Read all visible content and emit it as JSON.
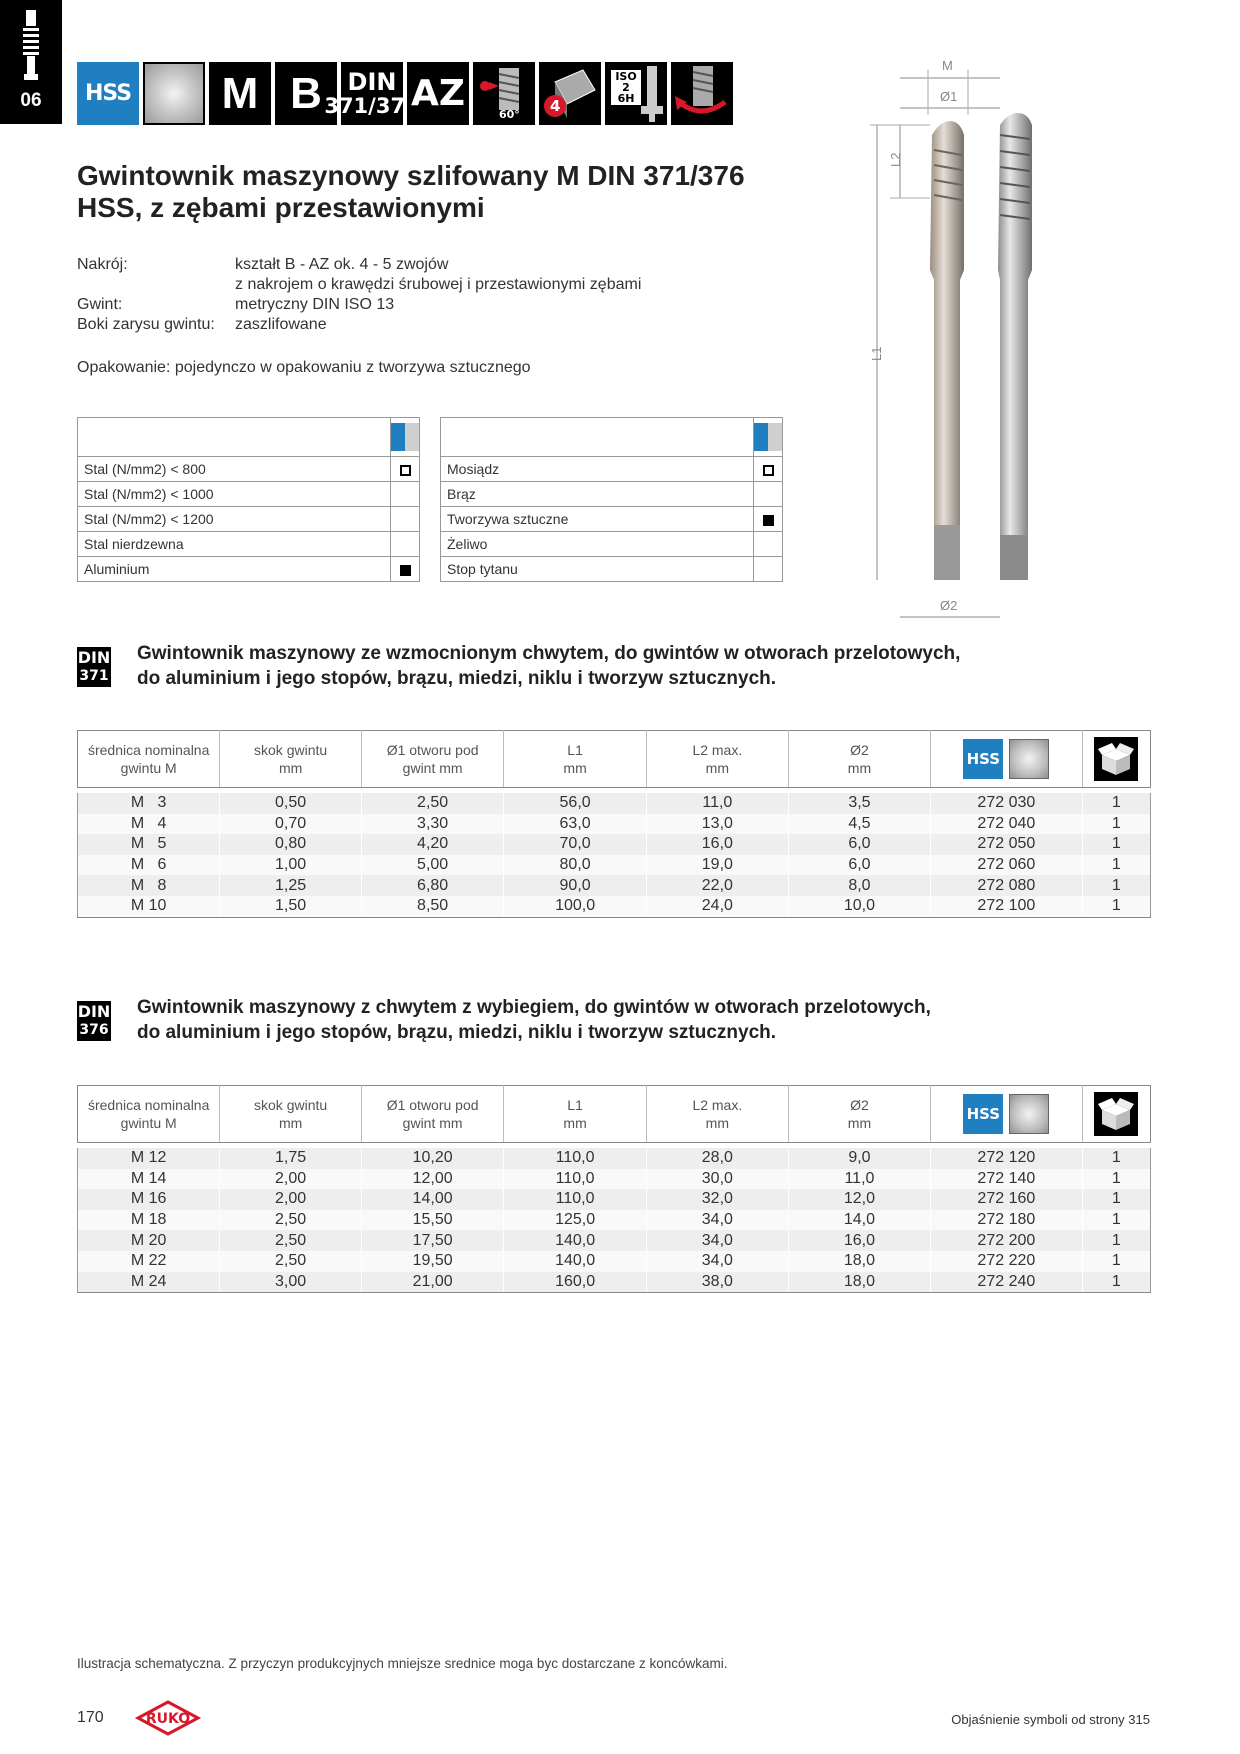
{
  "section": {
    "number": "06"
  },
  "header_icons": {
    "hss": "HSS",
    "m": "M",
    "b": "B",
    "din_top": "DIN",
    "din_bottom": "371/376",
    "az": "AZ",
    "angle": "60°",
    "count": "4",
    "iso_line1": "ISO 2",
    "iso_line2": "6H"
  },
  "title": {
    "line1": "Gwintownik maszynowy szlifowany M DIN 371/376",
    "line2": "HSS, z zębami przestawionymi"
  },
  "specs": [
    {
      "label": "Nakrój:",
      "value": "kształt B - AZ ok. 4 - 5 zwojów"
    },
    {
      "label": "",
      "value": "z nakrojem o krawędzi śrubowej i przestawionymi zębami"
    },
    {
      "label": "Gwint:",
      "value": "metryczny DIN ISO 13"
    },
    {
      "label": "Boki zarysu gwintu:",
      "value": "zaszlifowane"
    }
  ],
  "packaging": "Opakowanie: pojedynczo w opakowaniu z tworzywa sztucznego",
  "materials_left": [
    {
      "name": "Stal (N/mm2) < 800",
      "mark": "open"
    },
    {
      "name": "Stal (N/mm2) < 1000",
      "mark": "none"
    },
    {
      "name": "Stal (N/mm2) < 1200",
      "mark": "none"
    },
    {
      "name": "Stal nierdzewna",
      "mark": "none"
    },
    {
      "name": "Aluminium",
      "mark": "full"
    }
  ],
  "materials_right": [
    {
      "name": "Mosiądz",
      "mark": "open"
    },
    {
      "name": "Brąz",
      "mark": "none"
    },
    {
      "name": "Tworzywa sztuczne",
      "mark": "full"
    },
    {
      "name": "Żeliwo",
      "mark": "none"
    },
    {
      "name": "Stop tytanu",
      "mark": "none"
    }
  ],
  "drawing_labels": {
    "m": "M",
    "d1": "Ø1",
    "l2": "L2",
    "l1": "L1",
    "d2": "Ø2"
  },
  "table_headers": {
    "c1a": "średnica nominalna",
    "c1b": "gwintu M",
    "c2a": "skok gwintu",
    "c2b": "mm",
    "c3a": "Ø1 otworu pod",
    "c3b": "gwint mm",
    "c4a": "L1",
    "c4b": "mm",
    "c5a": "L2 max.",
    "c5b": "mm",
    "c6a": "Ø2",
    "c6b": "mm",
    "hss": "HSS"
  },
  "section1": {
    "badge_top": "DIN",
    "badge_bottom": "371",
    "title_line1": "Gwintownik maszynowy ze wzmocnionym chwytem, do gwintów w otworach przelotowych,",
    "title_line2": "do aluminium i jego stopów, brązu, miedzi, niklu i tworzyw sztucznych.",
    "rows": [
      [
        "M   3",
        "0,50",
        "2,50",
        "56,0",
        "11,0",
        "3,5",
        "272 030",
        "1"
      ],
      [
        "M   4",
        "0,70",
        "3,30",
        "63,0",
        "13,0",
        "4,5",
        "272 040",
        "1"
      ],
      [
        "M   5",
        "0,80",
        "4,20",
        "70,0",
        "16,0",
        "6,0",
        "272 050",
        "1"
      ],
      [
        "M   6",
        "1,00",
        "5,00",
        "80,0",
        "19,0",
        "6,0",
        "272 060",
        "1"
      ],
      [
        "M   8",
        "1,25",
        "6,80",
        "90,0",
        "22,0",
        "8,0",
        "272 080",
        "1"
      ],
      [
        "M 10",
        "1,50",
        "8,50",
        "100,0",
        "24,0",
        "10,0",
        "272 100",
        "1"
      ]
    ]
  },
  "section2": {
    "badge_top": "DIN",
    "badge_bottom": "376",
    "title_line1": "Gwintownik maszynowy z chwytem z wybiegiem, do gwintów w otworach przelotowych,",
    "title_line2": "do aluminium i jego stopów, brązu, miedzi, niklu i tworzyw sztucznych.",
    "rows": [
      [
        "M 12",
        "1,75",
        "10,20",
        "110,0",
        "28,0",
        "9,0",
        "272 120",
        "1"
      ],
      [
        "M 14",
        "2,00",
        "12,00",
        "110,0",
        "30,0",
        "11,0",
        "272 140",
        "1"
      ],
      [
        "M 16",
        "2,00",
        "14,00",
        "110,0",
        "32,0",
        "12,0",
        "272 160",
        "1"
      ],
      [
        "M 18",
        "2,50",
        "15,50",
        "125,0",
        "34,0",
        "14,0",
        "272 180",
        "1"
      ],
      [
        "M 20",
        "2,50",
        "17,50",
        "140,0",
        "34,0",
        "16,0",
        "272 200",
        "1"
      ],
      [
        "M 22",
        "2,50",
        "19,50",
        "140,0",
        "34,0",
        "18,0",
        "272 220",
        "1"
      ],
      [
        "M 24",
        "3,00",
        "21,00",
        "160,0",
        "38,0",
        "18,0",
        "272 240",
        "1"
      ]
    ]
  },
  "footnote": "Ilustracja schematyczna. Z przyczyn produkcyjnych mniejsze srednice moga byc dostarczane z koncówkami.",
  "page_number": "170",
  "logo_text": "RUKO",
  "reference_note": "Objaśnienie symboli od strony 315",
  "colors": {
    "accent_blue": "#1f7fc1",
    "logo_red": "#d7182a"
  }
}
